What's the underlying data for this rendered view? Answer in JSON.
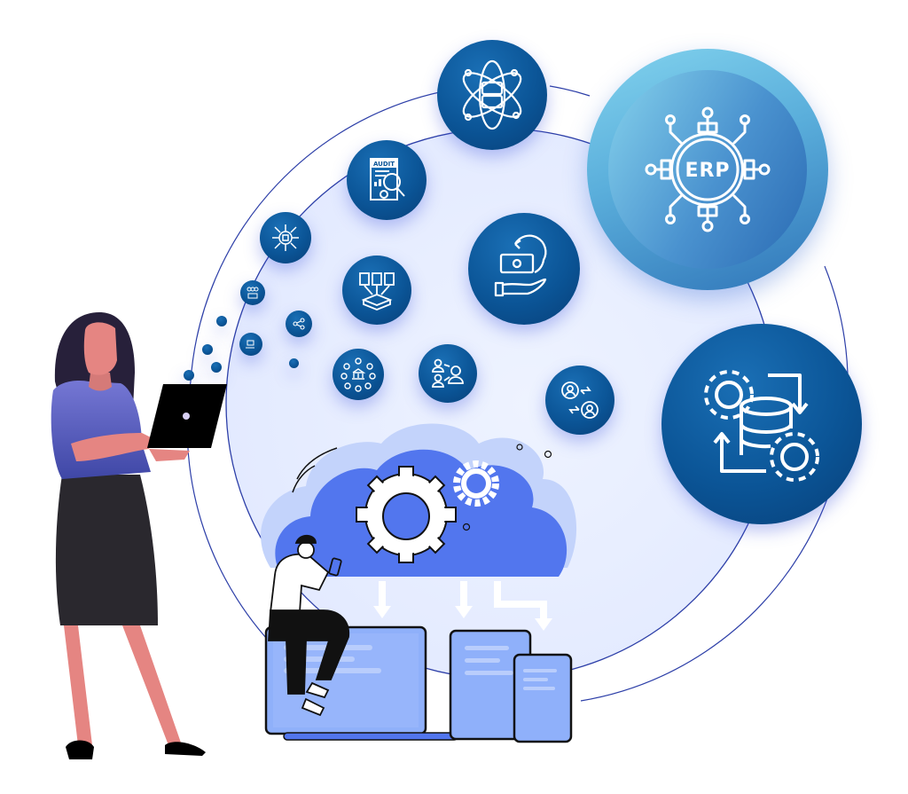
{
  "illustration": {
    "description": "ERP cloud integration concept illustration",
    "colors": {
      "bubble_dark": "#0b5597",
      "bubble_erp_light": "#82d3ee",
      "cloud": "#5276ee",
      "cloud_back": "#a9bdf6",
      "orbit_fill": "#e8eeff",
      "orbit_line": "#2d3fa8",
      "skin": "#e58582",
      "hair": "#27203a",
      "shirt": "#5f63c4",
      "skirt": "#2a282e",
      "device_screen": "#8fb0fa"
    },
    "hero_bubble": {
      "label": "ERP",
      "icon": "erp-gear-circuit-icon"
    },
    "bubbles": [
      {
        "icon": "atom-server-icon"
      },
      {
        "icon": "audit-report-icon",
        "label": "AUDIT"
      },
      {
        "icon": "network-hub-icon"
      },
      {
        "icon": "money-refund-hand-icon"
      },
      {
        "icon": "documents-to-tray-icon"
      },
      {
        "icon": "database-gears-sync-icon"
      },
      {
        "icon": "bank-network-icon"
      },
      {
        "icon": "user-transfer-icon"
      },
      {
        "icon": "user-exchange-icon"
      },
      {
        "icon": "team-podium-icon"
      },
      {
        "icon": "share-nodes-icon"
      },
      {
        "icon": "hand-cloud-icon"
      }
    ],
    "scene": {
      "cloud_icon": "cloud-gears-icon",
      "devices": [
        "laptop",
        "tablet",
        "phone"
      ],
      "people": [
        "woman-with-laptop",
        "man-with-phone"
      ]
    }
  }
}
